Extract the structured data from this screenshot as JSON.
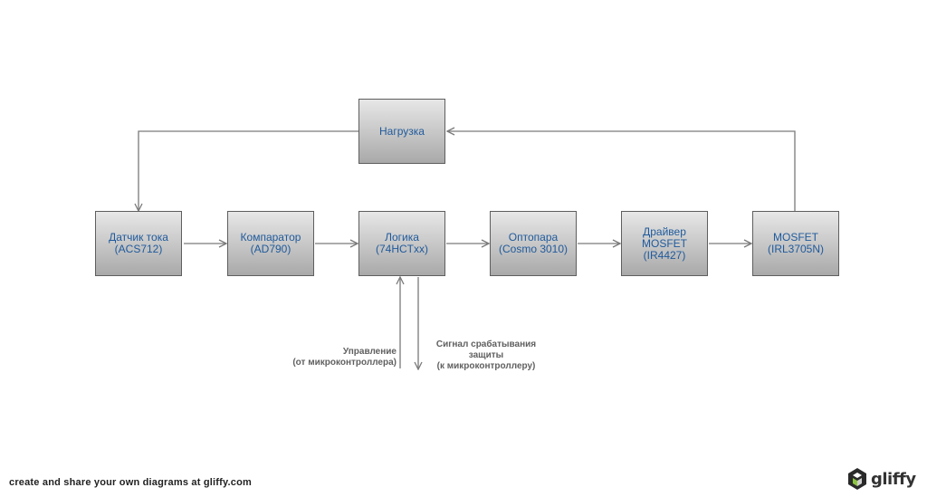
{
  "nodes": {
    "load": {
      "line1": "Нагрузка"
    },
    "sensor": {
      "line1": "Датчик тока",
      "line2": "(ACS712)"
    },
    "comparator": {
      "line1": "Компаратор",
      "line2": "(AD790)"
    },
    "logic": {
      "line1": "Логика",
      "line2": "(74HCTxx)"
    },
    "optocoupler": {
      "line1": "Оптопара",
      "line2": "(Cosmo 3010)"
    },
    "driver": {
      "line1": "Драйвер",
      "line2": "MOSFET",
      "line3": "(IR4427)"
    },
    "mosfet": {
      "line1": "MOSFET",
      "line2": "(IRL3705N)"
    }
  },
  "labels": {
    "control": {
      "line1": "Управление",
      "line2": "(от микроконтроллера)"
    },
    "protection_signal": {
      "line1": "Сигнал срабатывания",
      "line2": "защиты",
      "line3": "(к микроконтроллеру)"
    }
  },
  "footer": {
    "tagline": "create and share your own diagrams at gliffy.com",
    "logo": "gliffy"
  },
  "colors": {
    "node_text": "#1f5a9c",
    "connector": "#7a7a7a"
  }
}
